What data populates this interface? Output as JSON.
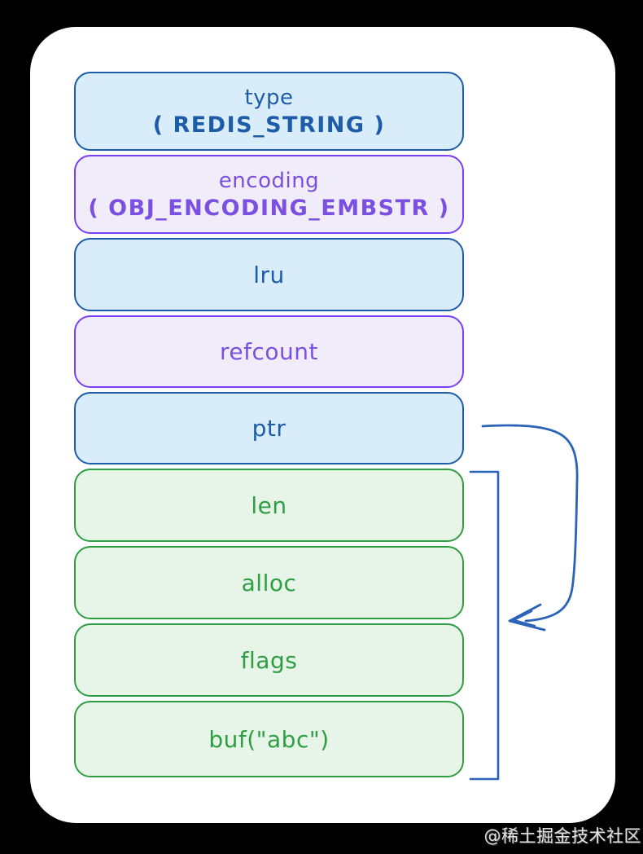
{
  "diagram": {
    "boxes": [
      {
        "id": "type",
        "color": "blue",
        "lines": [
          "type",
          "( REDIS_STRING )"
        ]
      },
      {
        "id": "encoding",
        "color": "purple",
        "lines": [
          "encoding",
          "( OBJ_ENCODING_EMBSTR )"
        ]
      },
      {
        "id": "lru",
        "color": "blue",
        "lines": [
          "lru"
        ]
      },
      {
        "id": "refcount",
        "color": "purple",
        "lines": [
          "refcount"
        ]
      },
      {
        "id": "ptr",
        "color": "blue",
        "lines": [
          "ptr"
        ]
      },
      {
        "id": "len",
        "color": "green",
        "lines": [
          "len"
        ]
      },
      {
        "id": "alloc",
        "color": "green",
        "lines": [
          "alloc"
        ]
      },
      {
        "id": "flags",
        "color": "green",
        "lines": [
          "flags"
        ]
      },
      {
        "id": "buf",
        "color": "green",
        "lines": [
          "buf(\"abc\")"
        ]
      }
    ],
    "connector_note": "arrow-from-ptr-to-sds-bracket"
  },
  "colors": {
    "background": "#000000",
    "card": "#ffffff",
    "blue_border": "#1d5ca9",
    "blue_fill": "#d9ecfa",
    "purple_border": "#7a3ff2",
    "purple_fill": "#f1ecfa",
    "purple_text": "#7a4fe2",
    "green_border": "#2e9e42",
    "green_fill": "#e7f5e9",
    "connector": "#2a64b8",
    "watermark": "#e3e3e3"
  },
  "watermark": {
    "text": "@稀土掘金技术社区"
  }
}
